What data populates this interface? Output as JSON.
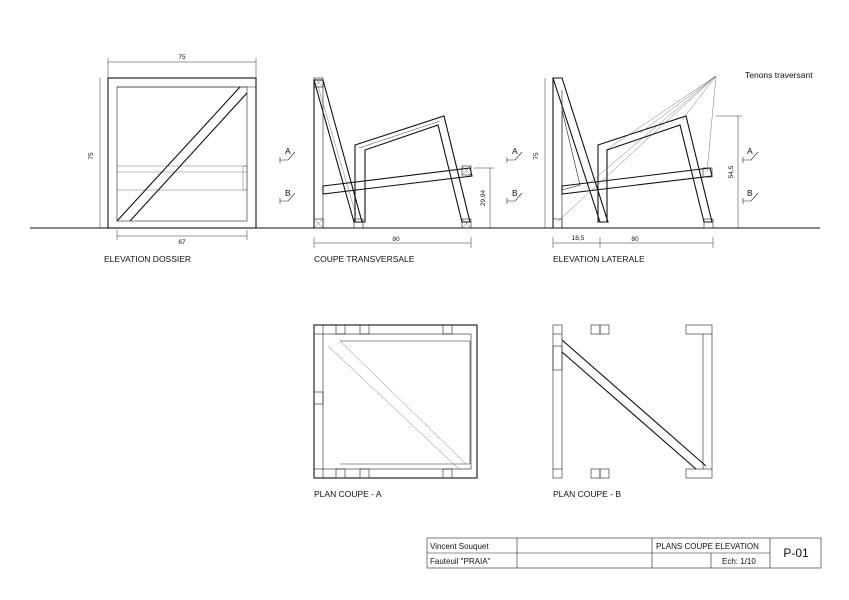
{
  "views": {
    "elevation_dossier": "ELEVATION DOSSIER",
    "coupe_transversale": "COUPE TRANSVERSALE",
    "elevation_laterale": "ELEVATION LATERALE",
    "plan_coupe_a": "PLAN COUPE - A",
    "plan_coupe_b": "PLAN COUPE - B"
  },
  "annotations": {
    "tenons": "Tenons traversant",
    "section_a": "A",
    "section_b": "B"
  },
  "dimensions": {
    "dossier_width": "75",
    "dossier_height": "75",
    "dossier_inner": "67",
    "coupe_depth": "80",
    "coupe_seat_height": "29,94",
    "laterale_height": "75",
    "laterale_depth": "80",
    "laterale_offset": "18,5",
    "laterale_arm_height": "54,5"
  },
  "title_block": {
    "author": "Vincent Souquet",
    "project": "Fauteuil \"PRAIA\"",
    "title": "PLANS COUPE ELEVATION",
    "scale": "Ech: 1/10",
    "sheet": "P-01"
  }
}
